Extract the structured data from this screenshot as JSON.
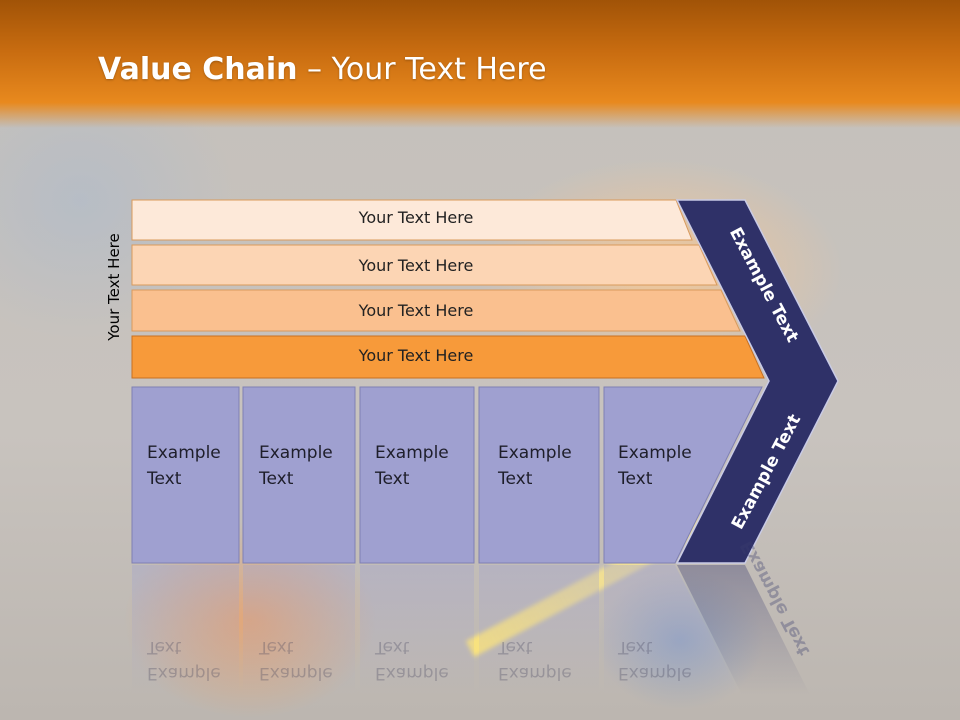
{
  "title": {
    "bold": "Value Chain",
    "rest": " – Your Text Here"
  },
  "side_label": "Your Text Here",
  "bars": [
    {
      "label": "Your Text Here",
      "color": "#fde9d9"
    },
    {
      "label": "Your Text Here",
      "color": "#fcd5b4"
    },
    {
      "label": "Your Text Here",
      "color": "#fac08f"
    },
    {
      "label": "Your Text Here",
      "color": "#f79a3a"
    }
  ],
  "columns": [
    {
      "line1": "Example",
      "line2": "Text"
    },
    {
      "line1": "Example",
      "line2": "Text"
    },
    {
      "line1": "Example",
      "line2": "Text"
    },
    {
      "line1": "Example",
      "line2": "Text"
    },
    {
      "line1": "Example",
      "line2": "Text"
    }
  ],
  "chevron": {
    "upper": "Example Text",
    "lower": "Example Text",
    "color": "#2f3168"
  },
  "colors": {
    "column_fill": "#9fa0d0",
    "title_bar": "#d2730f"
  }
}
